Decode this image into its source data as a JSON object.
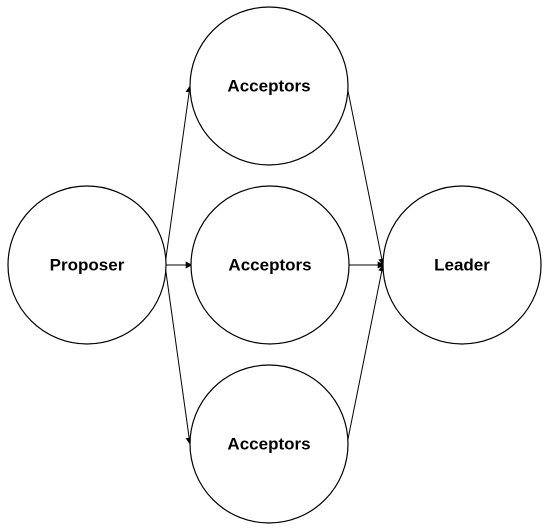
{
  "diagram": {
    "nodes": {
      "proposer": {
        "label": "Proposer"
      },
      "acceptors_top": {
        "label": "Acceptors"
      },
      "acceptors_middle": {
        "label": "Acceptors"
      },
      "acceptors_bottom": {
        "label": "Acceptors"
      },
      "leader": {
        "label": "Leader"
      }
    },
    "edges": [
      {
        "from": "proposer",
        "to": "acceptors_top"
      },
      {
        "from": "proposer",
        "to": "acceptors_middle"
      },
      {
        "from": "proposer",
        "to": "acceptors_bottom"
      },
      {
        "from": "acceptors_top",
        "to": "leader"
      },
      {
        "from": "acceptors_middle",
        "to": "leader"
      },
      {
        "from": "acceptors_bottom",
        "to": "leader"
      }
    ],
    "colors": {
      "stroke": "#000000",
      "fill": "#ffffff",
      "text": "#000000"
    }
  }
}
